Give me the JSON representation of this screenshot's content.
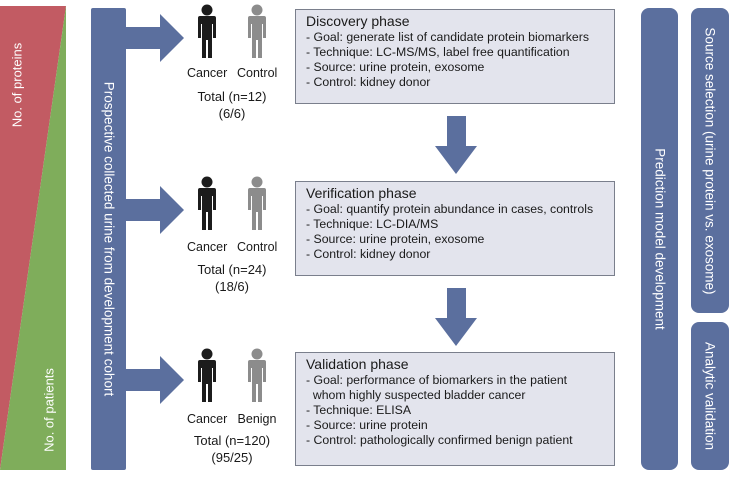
{
  "left_triangles": {
    "top_label": "No. of proteins",
    "bottom_label": "No. of patients",
    "colors": {
      "proteins": "#c25b63",
      "patients": "#7fad5b"
    }
  },
  "cohort_bar": {
    "label": "Prospective collected urine from development cohort",
    "color": "#5b6f9e"
  },
  "groups": [
    {
      "left_label": "Cancer",
      "right_label": "Control",
      "total": "Total (n=12)",
      "split": "(6/6)"
    },
    {
      "left_label": "Cancer",
      "right_label": "Control",
      "total": "Total (n=24)",
      "split": "(18/6)"
    },
    {
      "left_label": "Cancer",
      "right_label": "Benign",
      "total": "Total (n=120)",
      "split": "(95/25)"
    }
  ],
  "phases": [
    {
      "title": "Discovery phase",
      "lines": [
        "- Goal: generate list of candidate protein biomarkers",
        "- Technique: LC-MS/MS, label free quantification",
        "- Source: urine protein, exosome",
        "- Control: kidney donor"
      ]
    },
    {
      "title": "Verification phase",
      "lines": [
        "- Goal: quantify protein abundance in cases, controls",
        "- Technique: LC-DIA/MS",
        "- Source: urine protein, exosome",
        "- Control: kidney donor"
      ]
    },
    {
      "title": "Validation phase",
      "lines": [
        "- Goal: performance of biomarkers in the patient",
        "  whom highly suspected bladder cancer",
        "- Technique: ELISA",
        "- Source: urine protein",
        "- Control: pathologically confirmed benign patient"
      ]
    }
  ],
  "right_panels": {
    "prediction": "Prediction model development",
    "source_selection": "Source selection (urine protein vs. exosome)",
    "analytic": "Analytic validation"
  },
  "colors": {
    "accent": "#5b6f9e",
    "person_dark": "#1c1c1c",
    "person_light": "#8c8c8c",
    "box_fill": "#e3e4ed"
  }
}
